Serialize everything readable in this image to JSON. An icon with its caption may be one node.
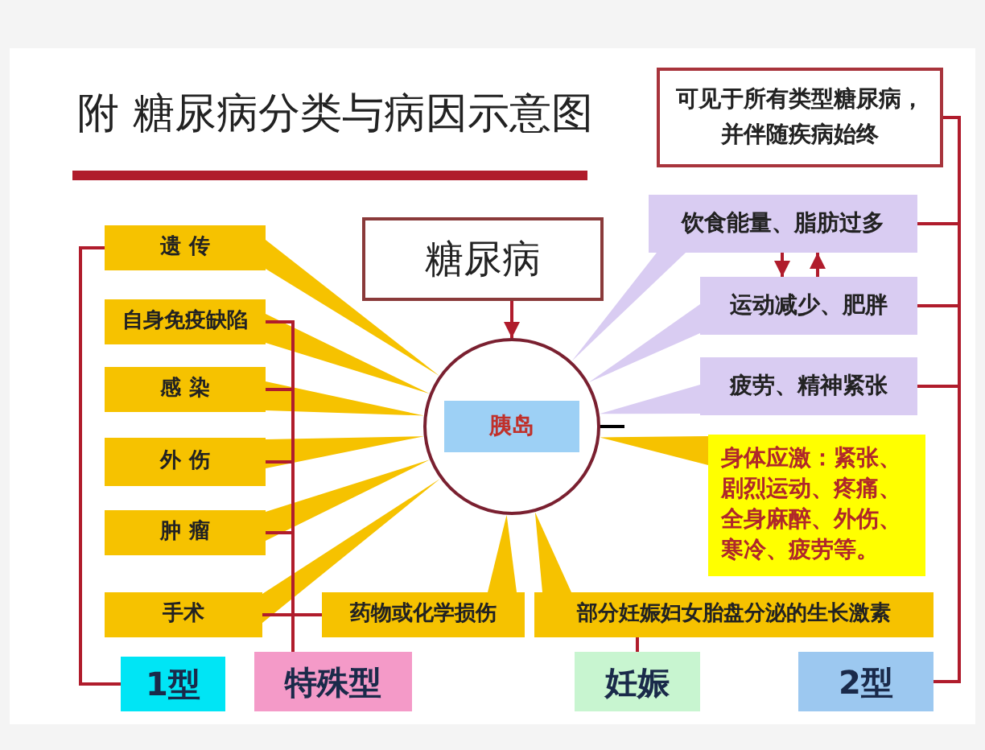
{
  "diagram": {
    "title": "附 糖尿病分类与病因示意图",
    "nodes": [
      {
        "text": [
          "可见于所有类型糖尿病，并伴随疾病始终"
        ]
      },
      {
        "text": [
          "遗 传"
        ]
      },
      {
        "text": [
          "糖尿病"
        ]
      },
      {
        "text": [
          "饮食能量、脂肪过多"
        ]
      },
      {
        "text": [
          "自身免疫缺陷"
        ]
      },
      {
        "text": [
          "运动减少、肥胖"
        ]
      },
      {
        "text": [
          "感 染"
        ]
      },
      {
        "text": [],
        "shape": "circle"
      },
      {
        "text": [
          "胰岛"
        ],
        "in": 7
      },
      {
        "text": [
          "疲劳、精神紧张"
        ]
      },
      {
        "text": [
          "身体应激：紧张、剧烈运动、疼痛、全身麻醉、外伤、寒冷、疲劳等。"
        ]
      },
      {
        "text": [
          "外 伤"
        ]
      },
      {
        "text": [
          "肿 瘤"
        ]
      },
      {
        "text": [
          "手术"
        ]
      },
      {
        "text": [
          "药物或化学损伤"
        ]
      },
      {
        "text": [
          "部分妊娠妇女胎盘分泌的生长激素"
        ]
      },
      {
        "text": [
          "1型"
        ]
      },
      {
        "text": [
          "特殊型"
        ]
      },
      {
        "text": [
          "妊娠"
        ]
      },
      {
        "text": [
          "2型"
        ]
      }
    ],
    "edges": [
      {
        "from": 2,
        "to": 7,
        "arrow": "to"
      },
      {
        "from": null,
        "to": 8,
        "arrow": "to",
        "color": "#000000"
      },
      {
        "from": 3,
        "to": 5,
        "arrow": "to"
      },
      {
        "from": 5,
        "to": 3,
        "arrow": "to"
      },
      {
        "from": 1,
        "to": 7,
        "arrow": "none",
        "style": "thick",
        "color": "#f6c200"
      },
      {
        "from": 4,
        "to": 7,
        "arrow": "none",
        "style": "thick",
        "color": "#f6c200"
      },
      {
        "from": 6,
        "to": 7,
        "arrow": "none",
        "style": "thick",
        "color": "#f6c200"
      },
      {
        "from": 11,
        "to": 7,
        "arrow": "none",
        "style": "thick",
        "color": "#f6c200"
      },
      {
        "from": 12,
        "to": 7,
        "arrow": "none",
        "style": "thick",
        "color": "#f6c200"
      },
      {
        "from": 13,
        "to": 7,
        "arrow": "none",
        "style": "thick",
        "color": "#f6c200"
      },
      {
        "from": 14,
        "to": 7,
        "arrow": "none",
        "style": "thick",
        "color": "#f6c200"
      },
      {
        "from": 15,
        "to": 7,
        "arrow": "none",
        "style": "thick",
        "color": "#f6c200"
      },
      {
        "from": 10,
        "to": 7,
        "arrow": "none",
        "style": "thick",
        "color": "#f6c200"
      },
      {
        "from": 3,
        "to": 7,
        "arrow": "none",
        "style": "thick",
        "color": "#d9ccf2"
      },
      {
        "from": 5,
        "to": 7,
        "arrow": "none",
        "style": "thick",
        "color": "#d9ccf2"
      },
      {
        "from": 9,
        "to": 7,
        "arrow": "none",
        "style": "thick",
        "color": "#d9ccf2"
      },
      {
        "from": 1,
        "to": 16,
        "arrow": "none"
      },
      {
        "from": 4,
        "to": 17,
        "arrow": "none"
      },
      {
        "from": 6,
        "to": 17,
        "arrow": "none"
      },
      {
        "from": 11,
        "to": 17,
        "arrow": "none"
      },
      {
        "from": 12,
        "to": 17,
        "arrow": "none"
      },
      {
        "from": 13,
        "to": 17,
        "arrow": "none"
      },
      {
        "from": 14,
        "to": 17,
        "arrow": "none"
      },
      {
        "from": 15,
        "to": 18,
        "arrow": "none"
      },
      {
        "from": 0,
        "to": 19,
        "arrow": "none"
      },
      {
        "from": 3,
        "to": 19,
        "arrow": "none"
      },
      {
        "from": 5,
        "to": 19,
        "arrow": "none"
      },
      {
        "from": 9,
        "to": 19,
        "arrow": "none"
      }
    ]
  }
}
